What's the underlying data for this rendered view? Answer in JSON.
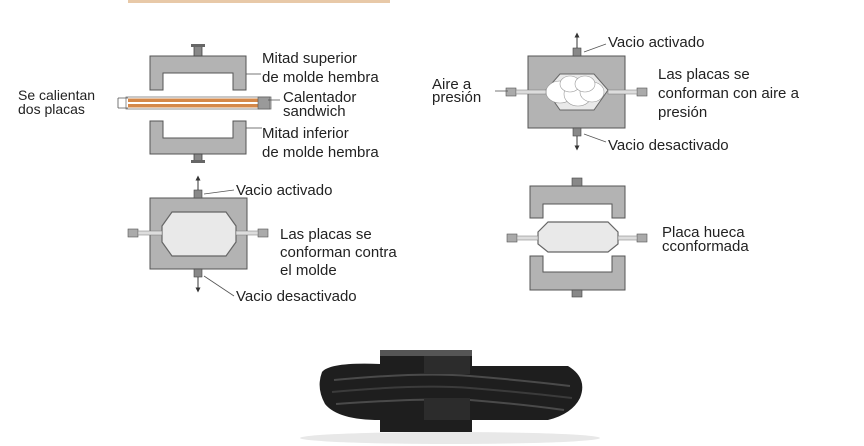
{
  "colors": {
    "mold_fill": "#b3b3b3",
    "mold_stroke": "#555555",
    "heater": "#d4884a",
    "sheet_fill": "#e9e9e9",
    "part_dark": "#1e1e1e",
    "accent_bar": "#e8c9a8"
  },
  "step1": {
    "label_left": [
      "Se calientan",
      "dos placas"
    ],
    "label_upper_mold": [
      "Mitad superior",
      "de molde hembra"
    ],
    "label_heater": [
      "Calentador",
      "sandwich"
    ],
    "label_lower_mold": [
      "Mitad inferior",
      "de molde hembra"
    ]
  },
  "step2": {
    "label_vacuum_on": "Vacio activado",
    "label_air": [
      "Aire a",
      "presión"
    ],
    "label_forming": [
      "Las placas se",
      "conforman con aire a",
      "presión"
    ],
    "label_vacuum_off": "Vacio desactivado"
  },
  "step3": {
    "label_vacuum_on": "Vacio activado",
    "label_forming": [
      "Las placas se",
      "conforman contra",
      "el molde"
    ],
    "label_vacuum_off": "Vacio desactivado"
  },
  "step4": {
    "label_part": [
      "Placa hueca",
      "cconformada"
    ]
  },
  "icons": {
    "vacuum_arrow": "arrow-icon",
    "nozzle": "nozzle-icon"
  }
}
